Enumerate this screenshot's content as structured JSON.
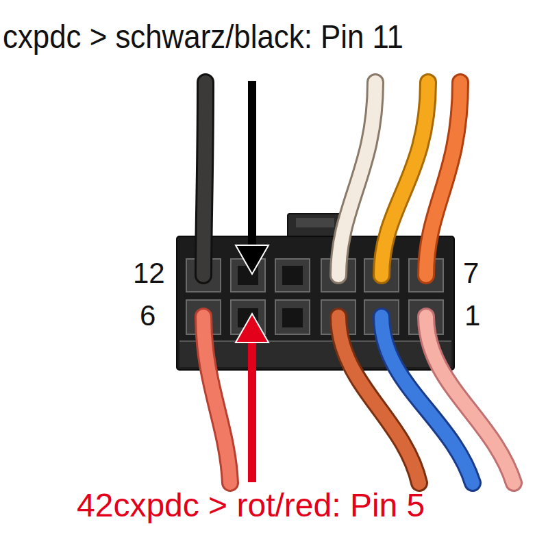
{
  "diagram": {
    "labels": [
      "cxpdc > schwarz/black: Pin 11",
      "12",
      "7",
      "6",
      "1",
      "42cxpdc > rot/red: Pin 5"
    ]
  }
}
